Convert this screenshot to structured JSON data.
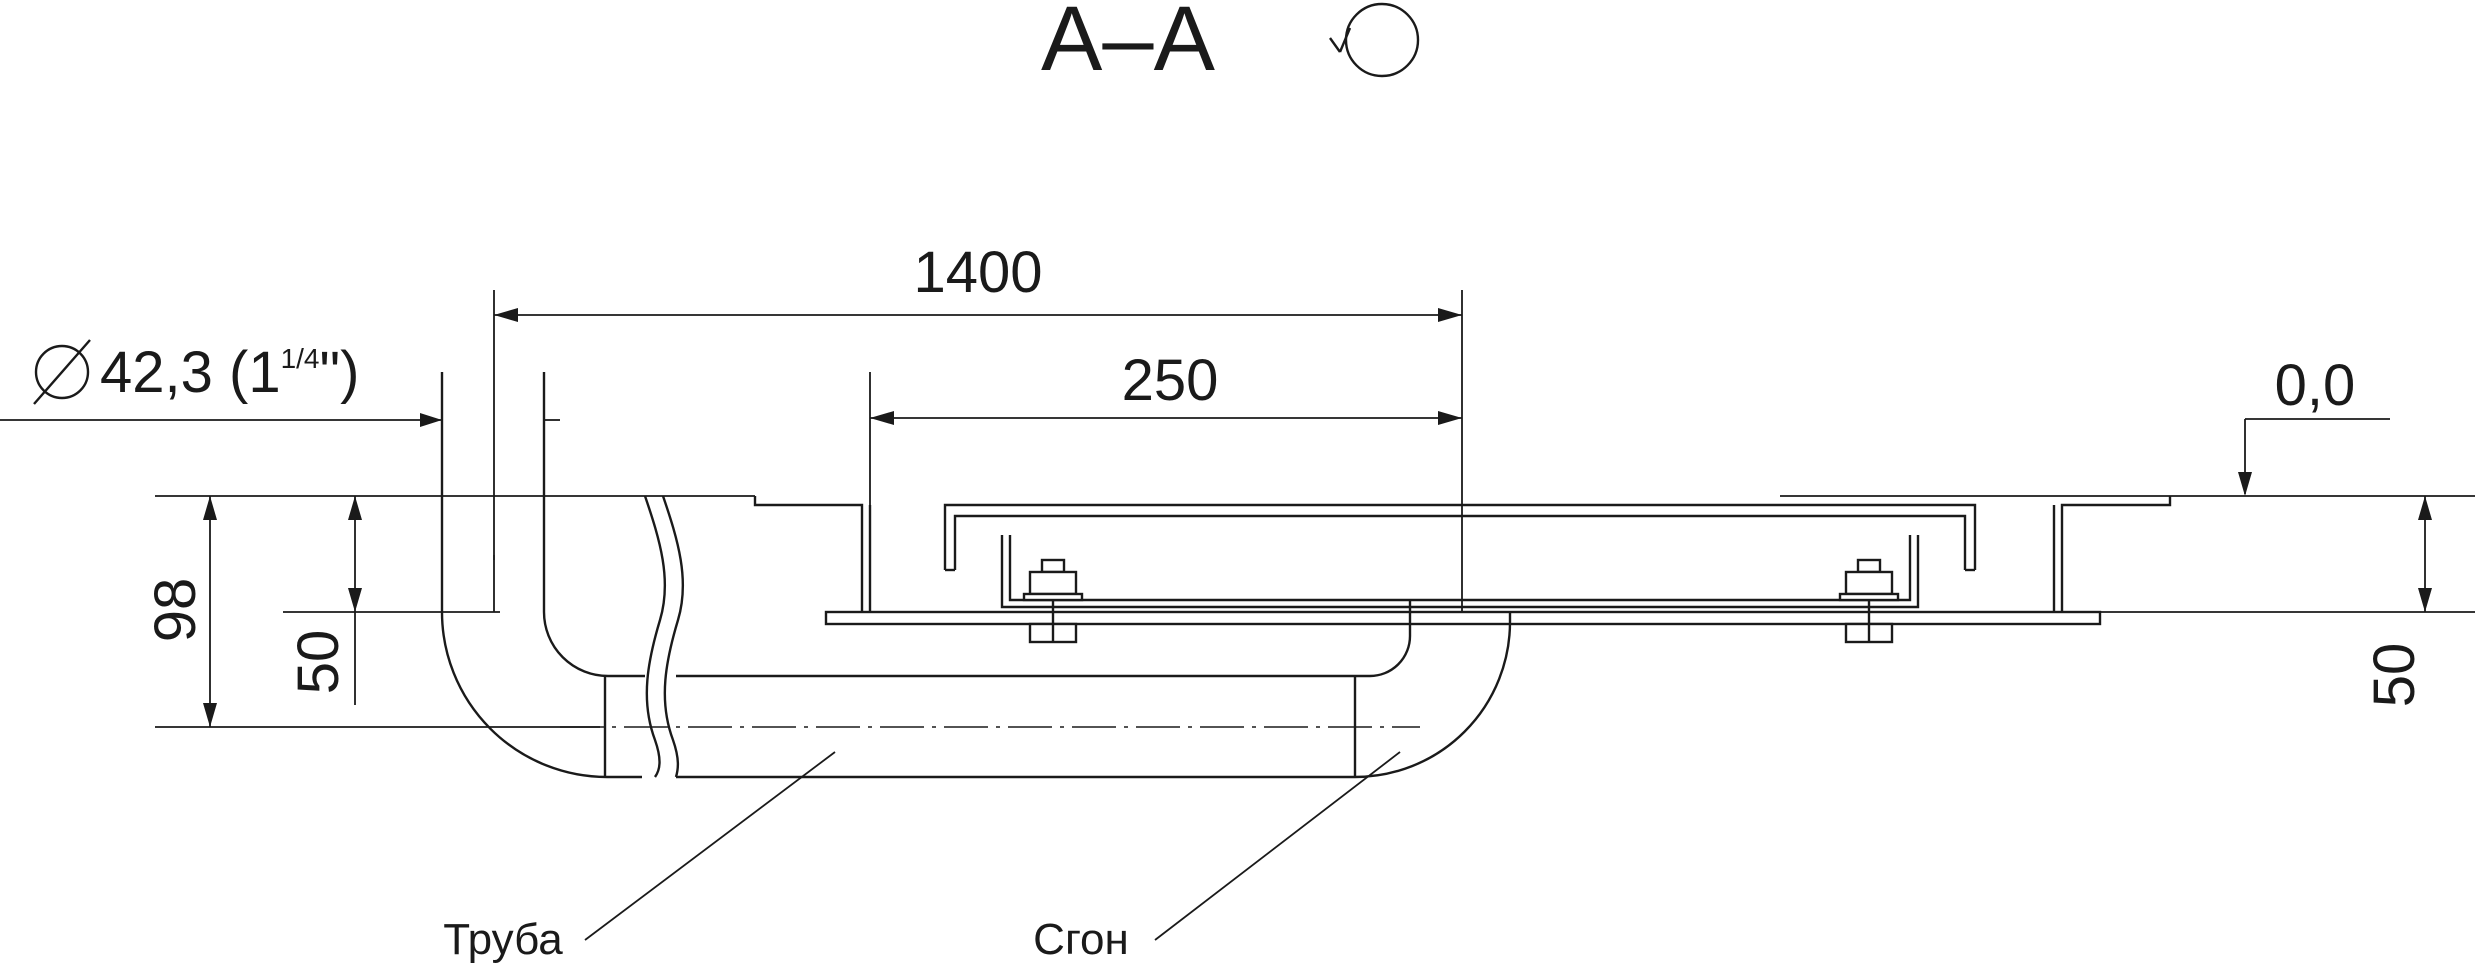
{
  "title": "А–А",
  "dimensions": {
    "diameter": "42,3 (1",
    "diameter_fraction": "1/4",
    "diameter_suffix": "\")",
    "overall_length": "1400",
    "inner_length": "250",
    "height_total": "98",
    "height_left": "50",
    "height_right": "50",
    "level_mark": "0,0"
  },
  "labels": {
    "pipe": "Труба",
    "coupling": "Сгон"
  }
}
